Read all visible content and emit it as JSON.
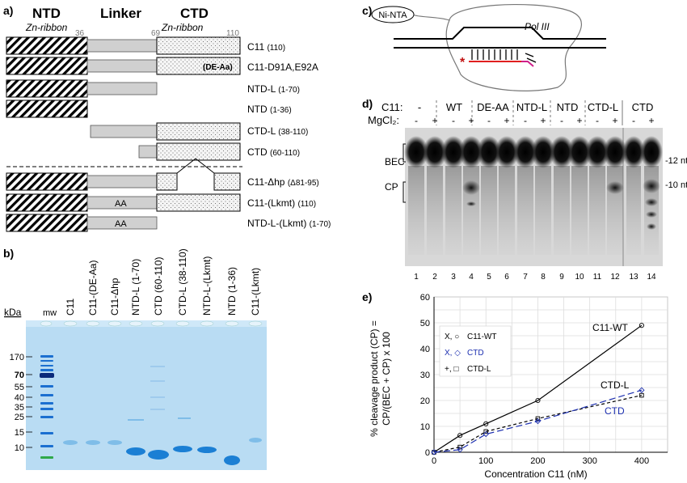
{
  "panel_a": {
    "letter": "a)",
    "hdr_ntd": "NTD",
    "hdr_linker": "Linker",
    "hdr_ctd": "CTD",
    "sub_ntd": "Zn-ribbon",
    "sub_ctd": "Zn-ribbon",
    "pos_36": "36",
    "pos_69": "69",
    "pos_110": "110",
    "constructs": [
      {
        "name": "C11",
        "range": "(110)"
      },
      {
        "name": "C11-D91A,E92A",
        "range": "",
        "tag": "(DE-Aa)"
      },
      {
        "name": "NTD-L",
        "range": "(1-70)"
      },
      {
        "name": "NTD",
        "range": "(1-36)"
      },
      {
        "name": "CTD-L",
        "range": "(38-110)"
      },
      {
        "name": "CTD",
        "range": "(60-110)"
      },
      {
        "name": "C11-Δhp",
        "range": "(Δ81-95)"
      },
      {
        "name": "C11-(Lkmt)",
        "range": "(110)",
        "tag": "AA"
      },
      {
        "name": "NTD-L-(Lkmt)",
        "range": "(1-70)",
        "tag": "AA"
      }
    ]
  },
  "panel_b": {
    "letter": "b)",
    "kda_label": "kDa",
    "lanes": [
      "mw",
      "C11",
      "C11-(DE-Aa)",
      "C11-Δhp",
      "NTD-L (1-70)",
      "CTD (60-110)",
      "CTD-L (38-110)",
      "NTD-L-(Lkmt)",
      "NTD (1-36)",
      "C11-(Lkmt)"
    ],
    "markers": [
      "170",
      "70",
      "55",
      "40",
      "35",
      "25",
      "15",
      "10"
    ],
    "colors": {
      "gel": "#b9dcf3",
      "band": "#1b7fd4",
      "marker_dark": "#0b2a7a"
    }
  },
  "panel_c": {
    "letter": "c)",
    "ninta": "Ni-NTA",
    "pol": "Pol III",
    "star": "*"
  },
  "panel_d": {
    "letter": "d)",
    "c11_label": "C11:",
    "mg_label": "MgCl₂:",
    "groups": [
      "-",
      "WT",
      "DE-AA",
      "NTD-L",
      "NTD",
      "CTD-L",
      "CTD"
    ],
    "mg_signs": [
      "-",
      "+",
      "-",
      "+",
      "-",
      "+",
      "-",
      "+",
      "-",
      "+",
      "-",
      "+",
      "-",
      "+"
    ],
    "lane_numbers": [
      "1",
      "2",
      "3",
      "4",
      "5",
      "6",
      "7",
      "8",
      "9",
      "10",
      "11",
      "12",
      "13",
      "14"
    ],
    "bec": "BEC",
    "cp": "CP",
    "nt12": "-12 nt",
    "nt10": "-10 nt"
  },
  "panel_e": {
    "letter": "e)",
    "legend": [
      {
        "symbols": "X, ○",
        "label": "C11-WT",
        "color": "#000000"
      },
      {
        "symbols": "X, ◇",
        "label": "CTD",
        "color": "#1c2fb0"
      },
      {
        "symbols": "+, □",
        "label": "CTD-L",
        "color": "#000000"
      }
    ],
    "chart_data": {
      "type": "line",
      "xlabel": "Concentration C11 (nM)",
      "ylabel_line1": "% cleavage product (CP) =",
      "ylabel_line2": "CP/(BEC + CP) x 100",
      "xlim": [
        0,
        450
      ],
      "ylim": [
        0,
        60
      ],
      "xticks": [
        "0",
        "100",
        "200",
        "300",
        "400"
      ],
      "yticks": [
        "0",
        "10",
        "20",
        "30",
        "40",
        "50",
        "60"
      ],
      "grid": true,
      "series": [
        {
          "name": "C11-WT",
          "x": [
            0,
            50,
            100,
            200,
            400
          ],
          "y": [
            0,
            6.5,
            11,
            20,
            49
          ],
          "color": "#000000",
          "dash": "none"
        },
        {
          "name": "CTD-L",
          "x": [
            0,
            50,
            100,
            200,
            400
          ],
          "y": [
            0,
            2,
            8,
            13,
            22
          ],
          "color": "#000000",
          "dash": "4,3"
        },
        {
          "name": "CTD",
          "x": [
            0,
            50,
            100,
            200,
            400
          ],
          "y": [
            0,
            1,
            7,
            12,
            24
          ],
          "color": "#1c2fb0",
          "dash": "8,4"
        }
      ]
    }
  }
}
